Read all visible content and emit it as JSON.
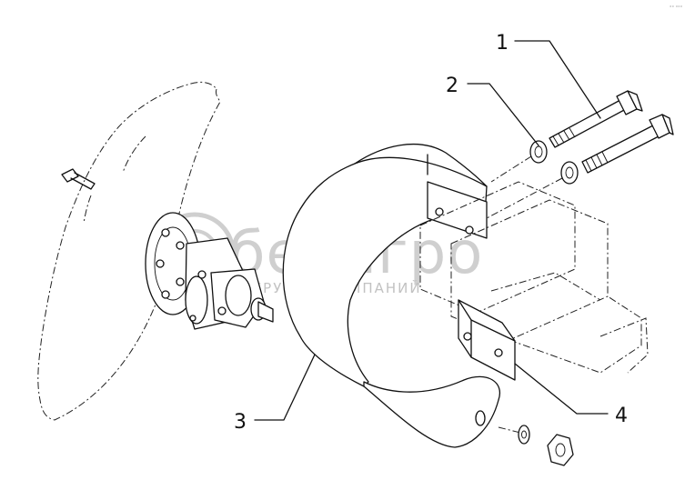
{
  "callouts": {
    "c1": "1",
    "c2": "2",
    "c3": "3",
    "c4": "4"
  },
  "watermark": {
    "brand": "белагро",
    "subtitle": "ГРУППА КОМПАНИЙ"
  },
  "corner_tag": "°° °°°",
  "colors": {
    "line": "#111111",
    "watermark": "#cfcfcf",
    "background": "#ffffff"
  }
}
